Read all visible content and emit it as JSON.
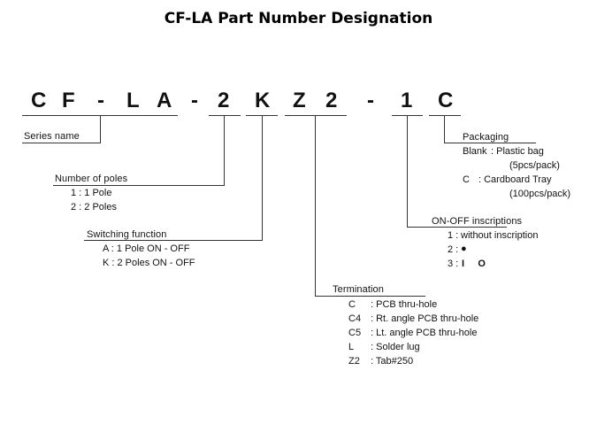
{
  "title": "CF-LA Part Number Designation",
  "part_code": [
    "C",
    "F",
    "-",
    "L",
    "A",
    "-",
    "2",
    "K",
    "Z",
    "2",
    "-",
    "1",
    "C"
  ],
  "series": {
    "label": "Series name"
  },
  "poles": {
    "label": "Number of poles",
    "options": [
      "1 : 1 Pole",
      "2 : 2 Poles"
    ]
  },
  "switching": {
    "label": "Switching function",
    "options": [
      "A : 1 Pole  ON - OFF",
      "K : 2 Poles  ON - OFF"
    ]
  },
  "termination": {
    "label": "Termination",
    "options": [
      {
        "code": "C",
        "desc": ": PCB thru-hole"
      },
      {
        "code": "C4",
        "desc": ": Rt. angle PCB thru-hole"
      },
      {
        "code": "C5",
        "desc": ": Lt. angle PCB thru-hole"
      },
      {
        "code": "L",
        "desc": ": Solder lug"
      },
      {
        "code": "Z2",
        "desc": ": Tab#250"
      }
    ]
  },
  "inscriptions": {
    "label": "ON-OFF inscriptions",
    "options": [
      {
        "code": "1 :",
        "desc": "without inscription"
      },
      {
        "code": "2 :",
        "desc": "●"
      },
      {
        "code": "3 :",
        "desc": "I     O"
      }
    ]
  },
  "packaging": {
    "label": "Packaging",
    "options": [
      {
        "code": "Blank",
        "desc": ": Plastic bag",
        "note": "(5pcs/pack)"
      },
      {
        "code": "C",
        "desc": ": Cardboard Tray",
        "note": "(100pcs/pack)"
      }
    ]
  }
}
